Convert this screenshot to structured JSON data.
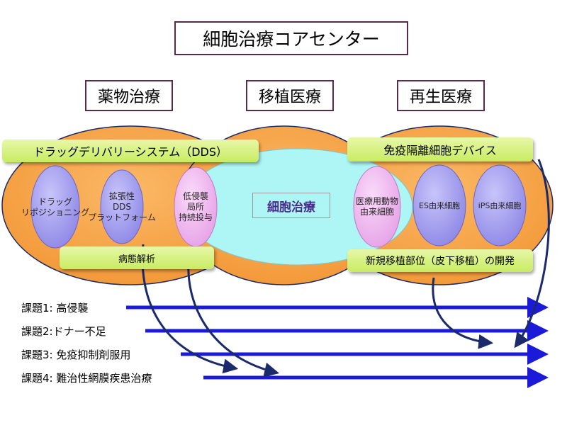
{
  "title": "細胞治療コアセンター",
  "sections": {
    "drug": "薬物治療",
    "transplant": "移植医療",
    "regen": "再生医療"
  },
  "banners": {
    "dds": "ドラッグデリバリーシステム（DDS）",
    "immuno": "免疫隔離細胞デバイス",
    "pathology": "病態解析",
    "newsite": "新規移植部位（皮下移植）の開発"
  },
  "center_label": "細胞治療",
  "nodes": {
    "drug_repos": "ドラッグ\nリポジショニング",
    "ext_dds": "拡張性\nDDS\nプラットフォーム",
    "low_inv": "低侵襲\n局所\n持続投与",
    "animal": "医療用動物\n由来細胞",
    "es": "ES由来細胞",
    "ips": "iPS由来細胞"
  },
  "tasks": [
    "課題1: 高侵襲",
    "課題2:ドナー不足",
    "課題3: 免疫抑制剤服用",
    "課題4: 難治性網膜疾患治療"
  ],
  "colors": {
    "orange": "#f7a74a",
    "cyan": "#aef5f5",
    "lavender": "#a9a4f0",
    "pink": "#f0b8f0",
    "blue_arrow": "#1a1ad8",
    "navy": "#1a2a6a"
  }
}
